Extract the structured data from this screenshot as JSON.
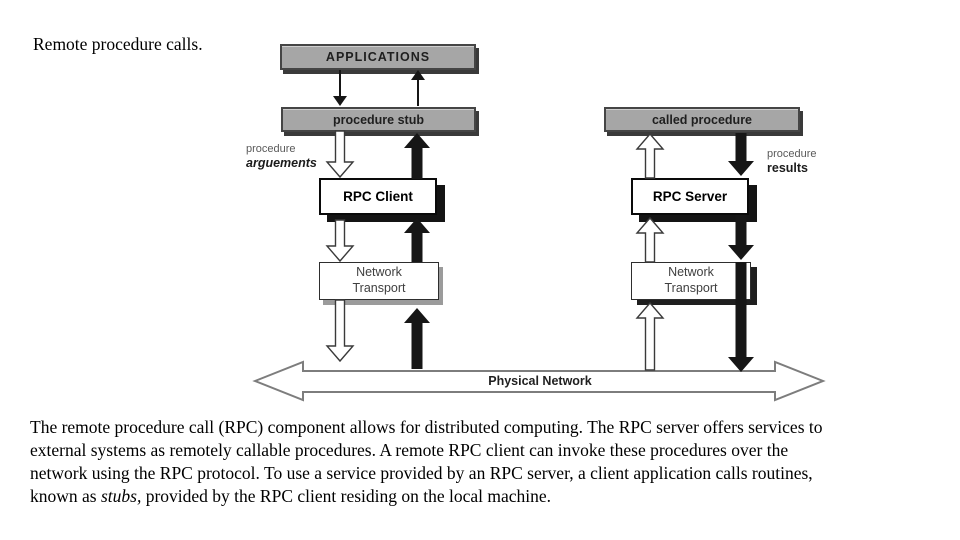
{
  "title": "Remote procedure calls.",
  "diagram": {
    "boxes": {
      "applications": "APPLICATIONS",
      "procedure_stub": "procedure stub",
      "called_procedure": "called procedure",
      "rpc_client": "RPC Client",
      "rpc_server": "RPC Server",
      "network_transport": {
        "line1": "Network",
        "line2": "Transport"
      }
    },
    "labels": {
      "arguments_line1": "procedure",
      "arguments_line2": "arguements",
      "results_line1": "procedure",
      "results_line2": "results",
      "physical_network": "Physical Network"
    },
    "colors": {
      "box_gray": "#a6a6a6",
      "box_border": "#454545",
      "arrow_black": "#161616",
      "hollow_arrow_outline": "#3a3a3a",
      "network_arrow_outline": "#7d7d7d"
    }
  },
  "paragraph": {
    "line1": "The remote procedure call (RPC) component allows for distributed computing. The RPC server offers services to",
    "line2": "external systems as remotely callable procedures. A remote RPC client can invoke these procedures over the",
    "line3": "network using the RPC protocol. To use a service provided by an RPC server, a client application calls routines,",
    "line4_pre": "known as ",
    "line4_italic": "stubs,",
    "line4_post": " provided by the RPC client residing on the local machine."
  }
}
